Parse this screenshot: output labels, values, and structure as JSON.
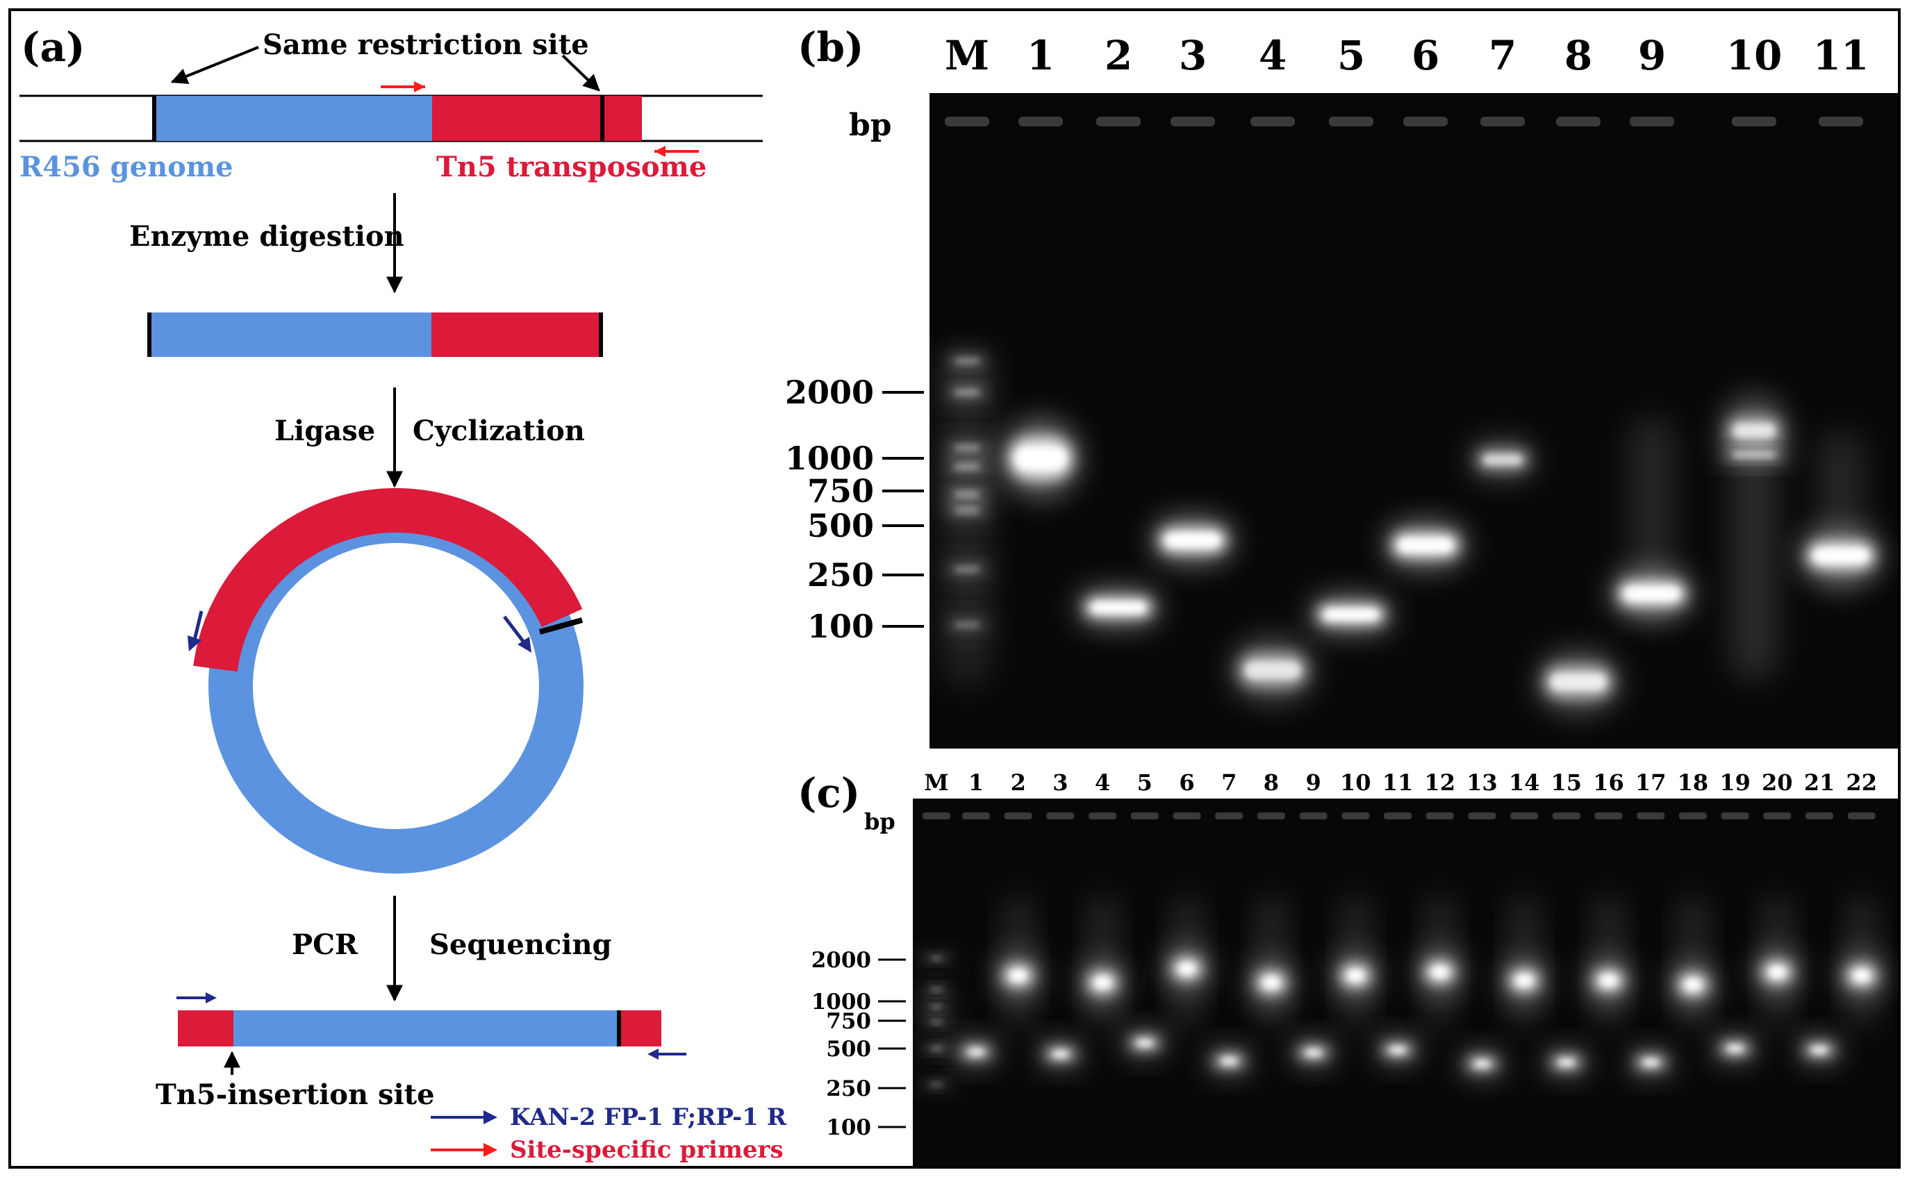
{
  "panel_a": {
    "label": "(a)",
    "same_site": "Same restriction site",
    "genome_label": "R456 genome",
    "tn5_label": "Tn5 transposome",
    "step1": "Enzyme digestion",
    "step2_left": "Ligase",
    "step2_right": "Cyclization",
    "step3_left": "PCR",
    "step3_right": "Sequencing",
    "insertion_site": "Tn5-insertion site",
    "legend_blue": "KAN-2 FP-1 F;RP-1 R",
    "legend_red": "Site-specific primers",
    "colors": {
      "blue": "#5b93e0",
      "red": "#dc1a3a",
      "navy": "#1f2a8a",
      "arrow_red": "#ff1a1a"
    }
  },
  "panel_b": {
    "label": "(b)",
    "bp": "bp",
    "lanes": [
      "M",
      "1",
      "2",
      "3",
      "4",
      "5",
      "6",
      "7",
      "8",
      "9",
      "10",
      "11"
    ],
    "markers": [
      "2000",
      "1000",
      "750",
      "500",
      "250",
      "100"
    ]
  },
  "panel_c": {
    "label": "(c)",
    "bp": "bp",
    "lanes": [
      "M",
      "1",
      "2",
      "3",
      "4",
      "5",
      "6",
      "7",
      "8",
      "9",
      "10",
      "11",
      "12",
      "13",
      "14",
      "15",
      "16",
      "17",
      "18",
      "19",
      "20",
      "21",
      "22"
    ],
    "markers": [
      "2000",
      "1000",
      "750",
      "500",
      "250",
      "100"
    ]
  }
}
